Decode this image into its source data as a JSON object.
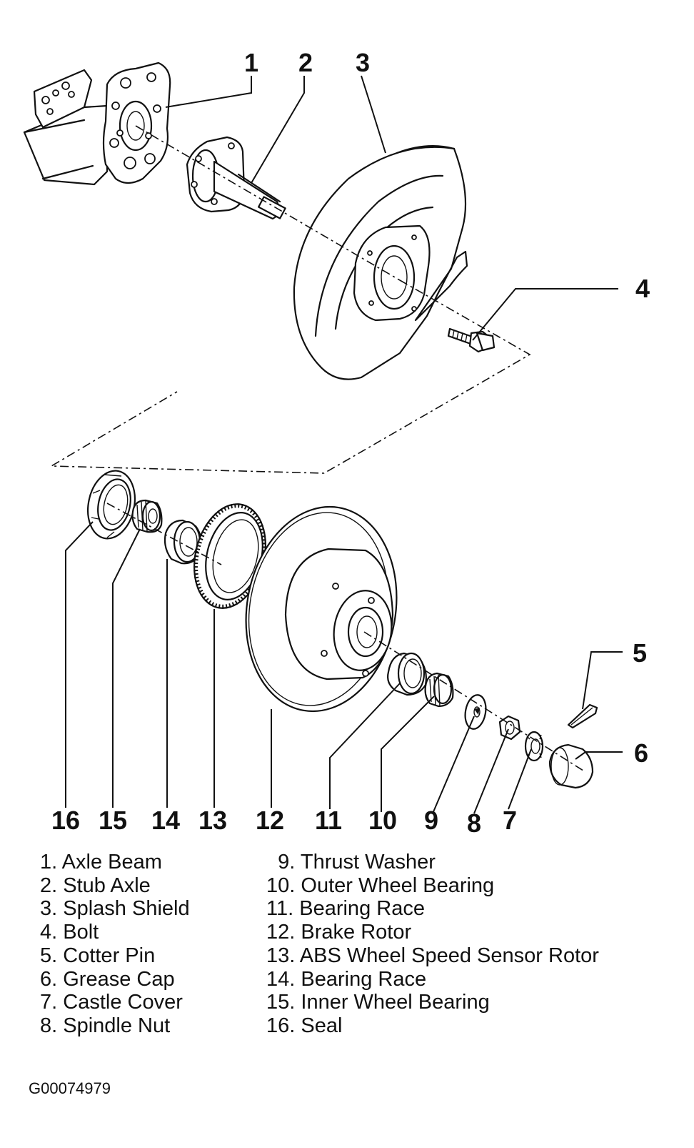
{
  "callouts": [
    "1",
    "2",
    "3",
    "4",
    "5",
    "6",
    "7",
    "8",
    "9",
    "10",
    "11",
    "12",
    "13",
    "14",
    "15",
    "16"
  ],
  "legend_left": [
    {
      "num": "1.",
      "label": "Axle Beam"
    },
    {
      "num": "2.",
      "label": "Stub Axle"
    },
    {
      "num": "3.",
      "label": "Splash Shield"
    },
    {
      "num": "4.",
      "label": "Bolt"
    },
    {
      "num": "5.",
      "label": "Cotter Pin"
    },
    {
      "num": "6.",
      "label": "Grease Cap"
    },
    {
      "num": "7.",
      "label": "Castle Cover"
    },
    {
      "num": "8.",
      "label": "Spindle Nut"
    }
  ],
  "legend_right": [
    {
      "num": "9.",
      "label": "Thrust Washer"
    },
    {
      "num": "10.",
      "label": "Outer Wheel Bearing"
    },
    {
      "num": "11.",
      "label": "Bearing Race"
    },
    {
      "num": "12.",
      "label": "Brake Rotor"
    },
    {
      "num": "13.",
      "label": "ABS Wheel Speed Sensor Rotor"
    },
    {
      "num": "14.",
      "label": "Bearing Race"
    },
    {
      "num": "15.",
      "label": "Inner Wheel Bearing"
    },
    {
      "num": "16.",
      "label": "Seal"
    }
  ],
  "figure_id": "G00074979"
}
